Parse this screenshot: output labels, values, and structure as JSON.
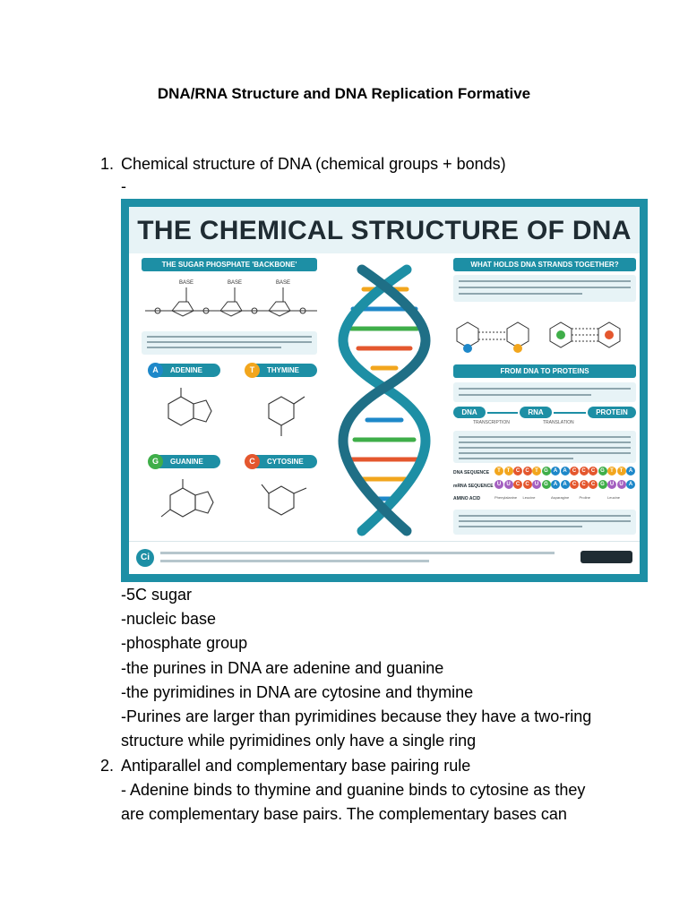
{
  "document": {
    "title": "DNA/RNA Structure and DNA Replication Formative"
  },
  "section1": {
    "number": "1.",
    "heading": "Chemical structure of DNA (chemical groups + bonds)",
    "dash": "-",
    "points": [
      "-5C sugar",
      "-nucleic base",
      "-phosphate group",
      "-the purines in DNA are adenine and guanine",
      "-the pyrimidines in DNA are cytosine and thymine",
      "-Purines are larger than pyrimidines because they have a two-ring",
      "structure while pyrimidines only have a single ring"
    ]
  },
  "section2": {
    "number": "2.",
    "heading": "Antiparallel and complementary base pairing rule",
    "lines": [
      "- Adenine binds to thymine and guanine binds to cytosine as they",
      "are complementary base pairs. The complementary bases can"
    ]
  },
  "infographic": {
    "title": "THE CHEMICAL STRUCTURE OF DNA",
    "backbone_heading": "THE SUGAR PHOSPHATE 'BACKBONE'",
    "strands_heading": "WHAT HOLDS DNA STRANDS TOGETHER?",
    "proteins_heading": "FROM DNA TO PROTEINS",
    "base_label": "BASE",
    "bases": [
      {
        "letter": "A",
        "name": "ADENINE",
        "color": "#1e88c9"
      },
      {
        "letter": "T",
        "name": "THYMINE",
        "color": "#f2a61d"
      },
      {
        "letter": "G",
        "name": "GUANINE",
        "color": "#3fae49"
      },
      {
        "letter": "C",
        "name": "CYTOSINE",
        "color": "#e4572e"
      }
    ],
    "flow": [
      "DNA",
      "RNA",
      "PROTEIN"
    ],
    "flow_steps": [
      "TRANSCRIPTION",
      "TRANSLATION"
    ],
    "sequence_labels": [
      "DNA SEQUENCE",
      "mRNA SEQUENCE",
      "AMINO ACID"
    ],
    "dna_sequence": [
      "T",
      "T",
      "C",
      "C",
      "T",
      "G",
      "A",
      "A",
      "C",
      "C",
      "C",
      "G",
      "T",
      "T",
      "A"
    ],
    "mrna_sequence": [
      "U",
      "U",
      "C",
      "C",
      "U",
      "G",
      "A",
      "A",
      "C",
      "C",
      "C",
      "G",
      "U",
      "U",
      "A"
    ],
    "amino_acids": [
      "Phenylalanine",
      "Leucine",
      "Asparagine",
      "Proline",
      "Leucine"
    ],
    "colors": {
      "frame": "#1d8fa5",
      "helix_blue": "#1d8fa5",
      "helix_orange": "#f2a61d",
      "helix_green": "#3fae49",
      "helix_red": "#e4572e",
      "u_purple": "#a45fc0"
    }
  }
}
